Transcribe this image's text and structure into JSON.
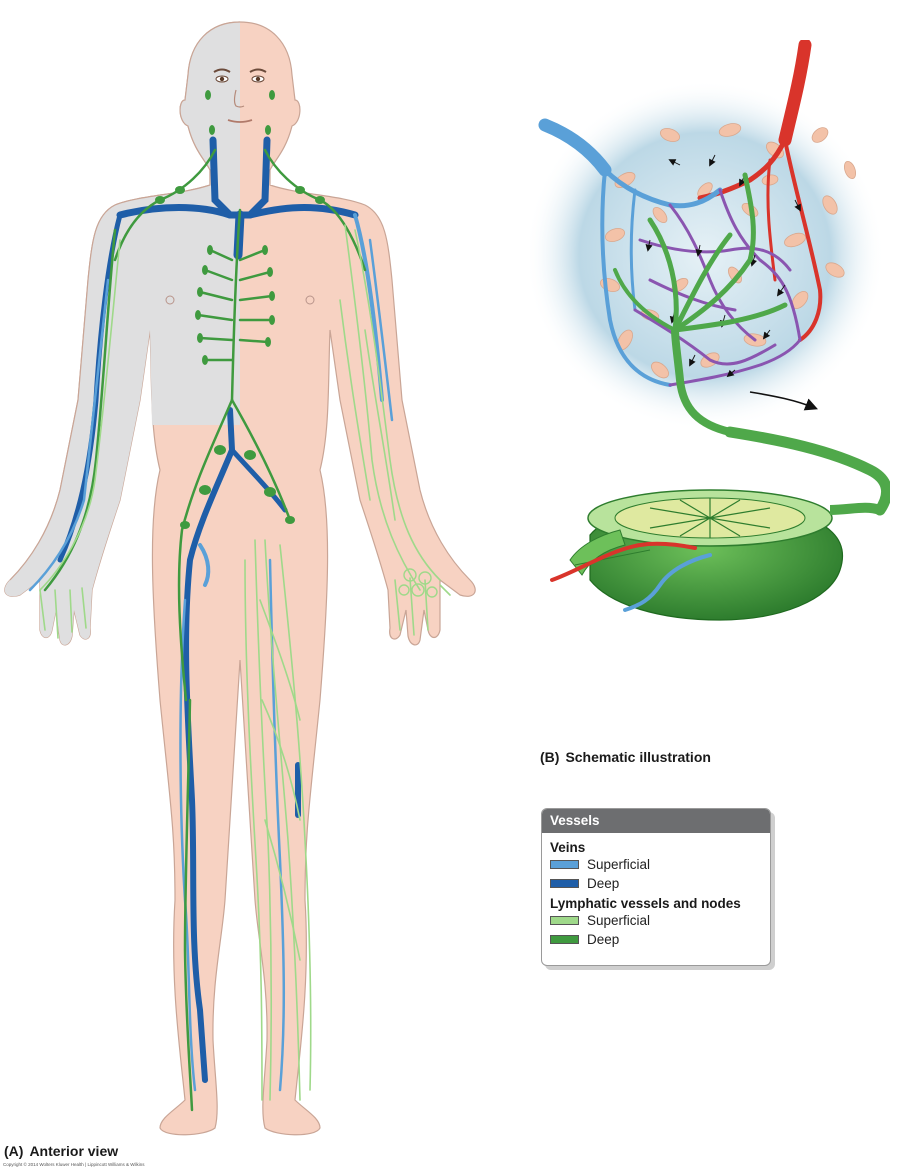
{
  "captions": {
    "anterior": {
      "tag": "(A)",
      "text": "Anterior view"
    },
    "schematic": {
      "tag": "(B)",
      "text": "Schematic illustration"
    }
  },
  "copyright": "Copyright © 2014 Wolters Kluwer Health | Lippincott Williams & Wilkins",
  "legend": {
    "title": "Vessels",
    "groups": [
      {
        "title": "Veins",
        "items": [
          {
            "label": "Superficial",
            "color": "#5aa0d8"
          },
          {
            "label": "Deep",
            "color": "#1f5ea8"
          }
        ]
      },
      {
        "title": "Lymphatic vessels and nodes",
        "items": [
          {
            "label": "Superficial",
            "color": "#9fd98a"
          },
          {
            "label": "Deep",
            "color": "#3f9a3f"
          }
        ]
      }
    ]
  },
  "colors": {
    "skin": "#f7d2c2",
    "skin_shadow": "#dfdfe0",
    "vein_deep": "#1f5ea8",
    "vein_superficial": "#5aa0d8",
    "artery": "#d9342b",
    "lymph_deep": "#3f9a3f",
    "lymph_superficial": "#9fd98a",
    "capillary": "#8a55b0",
    "cell": "#f3c2a8",
    "tissue_glow": "#bcd8e6"
  }
}
